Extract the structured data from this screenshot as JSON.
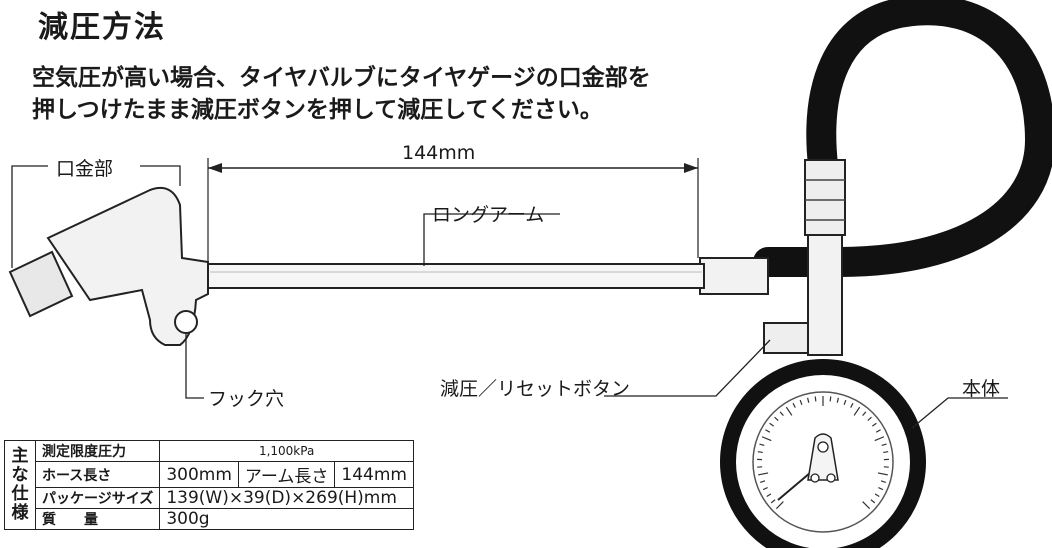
{
  "title": "減圧方法",
  "intro": {
    "line1": "空気圧が高い場合、タイヤバルブにタイヤゲージの口金部を",
    "line2": "押しつけたまま減圧ボタンを押して減圧してください。"
  },
  "diagram": {
    "dimension": "144mm",
    "labels": {
      "chuck": "口金部",
      "long_arm": "ロングアーム",
      "hook_hole": "フック穴",
      "release_button": "減圧／リセットボタン",
      "body": "本体"
    }
  },
  "spec_table": {
    "side_label": [
      "主",
      "な",
      "仕",
      "様"
    ],
    "rows": {
      "max_pressure": {
        "label": "測定限度圧力",
        "value": "1,100kPa"
      },
      "hose": {
        "label": "ホース長さ",
        "value": "300mm",
        "arm_label": "アーム長さ",
        "arm_value": "144mm"
      },
      "package": {
        "label": "パッケージサイズ",
        "value": "139(W)×39(D)×269(H)mm"
      },
      "weight": {
        "label": "質　　量",
        "value": "300g"
      }
    }
  },
  "colors": {
    "ink": "#1a1a1a",
    "hose": "#111111",
    "metal_fill": "#f2f2f2"
  }
}
